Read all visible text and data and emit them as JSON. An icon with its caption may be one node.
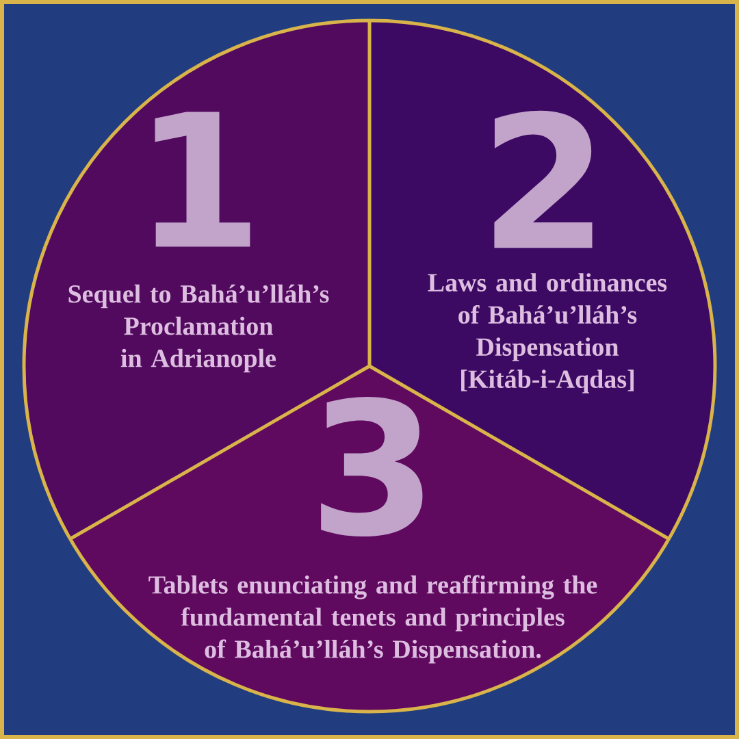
{
  "diagram": {
    "nodes": [
      {
        "text": [
          "1",
          "Sequel to Bahá’u’lláh’s Proclamation in Adrianople"
        ]
      },
      {
        "text": [
          "2",
          "Laws and ordinances of Bahá’u’lláh’s Dispensation [Kitáb-i-Aqdas]"
        ]
      },
      {
        "text": [
          "3",
          "Tablets enunciating and reaffirming the fundamental tenets and principles of Bahá’u’lláh’s Dispensation."
        ]
      }
    ]
  }
}
